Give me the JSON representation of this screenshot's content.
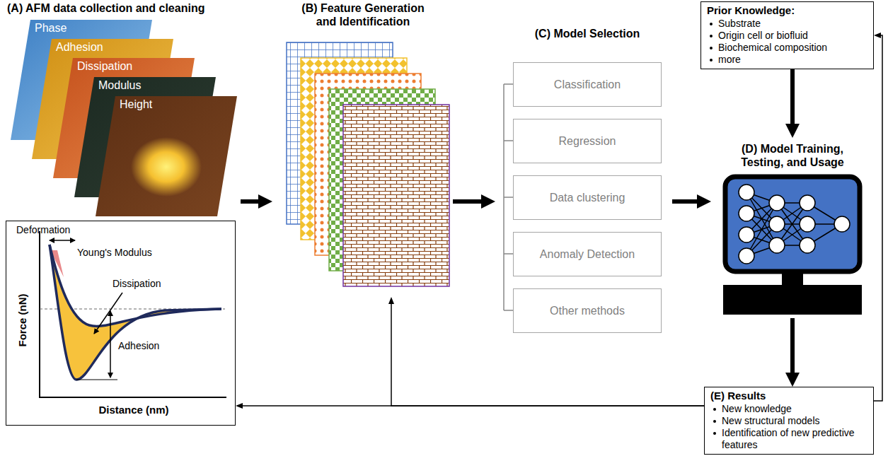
{
  "diagram": {
    "nodes": [
      {
        "text": [
          "(A) AFM data collection and cleaning"
        ]
      },
      {
        "text": [
          "Phase"
        ],
        "in": 0
      },
      {
        "text": [
          "Adhesion"
        ],
        "in": 0
      },
      {
        "text": [
          "Dissipation"
        ],
        "in": 0
      },
      {
        "text": [
          "Modulus"
        ],
        "in": 0
      },
      {
        "text": [
          "Height"
        ],
        "in": 0
      },
      {
        "text": [
          "Deformation",
          "Young's Modulus",
          "Dissipation",
          "Adhesion",
          "Force (nN)",
          "Distance (nm)"
        ],
        "in": 0
      },
      {
        "text": [
          "(B) Feature Generation and Identification"
        ]
      },
      {
        "text": [
          "(C) Model Selection"
        ]
      },
      {
        "text": [
          "Classification"
        ],
        "in": 8
      },
      {
        "text": [
          "Regression"
        ],
        "in": 8
      },
      {
        "text": [
          "Data clustering"
        ],
        "in": 8
      },
      {
        "text": [
          "Anomaly Detection"
        ],
        "in": 8
      },
      {
        "text": [
          "Other methods"
        ],
        "in": 8
      },
      {
        "text": [
          "Prior Knowledge:",
          "Substrate",
          "Origin cell or biofluid",
          "Biochemical composition",
          "more"
        ]
      },
      {
        "text": [
          "(D) Model Training, Testing, and Usage"
        ]
      },
      {
        "text": [
          "(E) Results",
          "New knowledge",
          "New structural models",
          "Identification of new predictive features"
        ]
      }
    ],
    "edges": [
      {
        "from": 0,
        "to": 7,
        "arrow": "to"
      },
      {
        "from": 7,
        "to": 8,
        "arrow": "to"
      },
      {
        "from": 8,
        "to": 15,
        "arrow": "to"
      },
      {
        "from": 14,
        "to": 15,
        "arrow": "to"
      },
      {
        "from": 15,
        "to": 16,
        "arrow": "to"
      },
      {
        "from": 16,
        "to": 6,
        "arrow": "to"
      },
      {
        "from": 16,
        "to": 7,
        "arrow": "to"
      },
      {
        "from": 16,
        "to": 14,
        "arrow": "to"
      }
    ]
  }
}
